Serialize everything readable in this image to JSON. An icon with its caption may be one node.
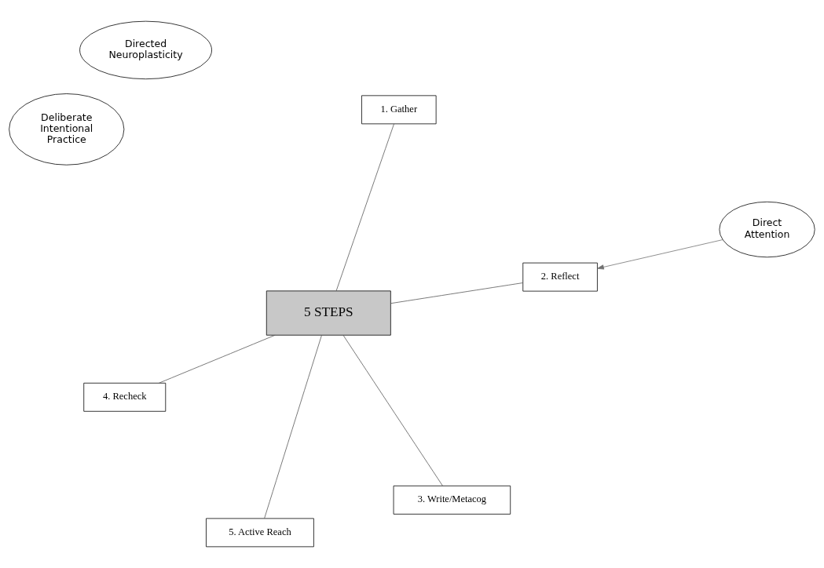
{
  "diagram": {
    "nodes": [
      {
        "text": [
          "Deliberate Intentional Practice"
        ]
      },
      {
        "text": [
          "Directed Neuroplasticity"
        ]
      },
      {
        "text": [
          "5. Active Reach"
        ]
      },
      {
        "text": [
          "1. Gather"
        ]
      },
      {
        "text": [
          "Direct Attention"
        ]
      },
      {
        "text": [
          "5 STEPS"
        ]
      },
      {
        "text": [
          "4. Recheck"
        ]
      },
      {
        "text": [
          "2. Reflect"
        ]
      },
      {
        "text": [
          "3. Write/Metacog"
        ]
      }
    ],
    "edges": [
      {
        "from": 5,
        "to": 2,
        "arrow": "none"
      },
      {
        "from": 5,
        "to": 3,
        "arrow": "none"
      },
      {
        "from": 5,
        "to": 7,
        "arrow": "none"
      },
      {
        "from": 5,
        "to": 6,
        "arrow": "none"
      },
      {
        "from": 5,
        "to": 8,
        "arrow": "none"
      },
      {
        "from": 4,
        "to": 7,
        "arrow": "to",
        "color": "#707070"
      }
    ]
  }
}
